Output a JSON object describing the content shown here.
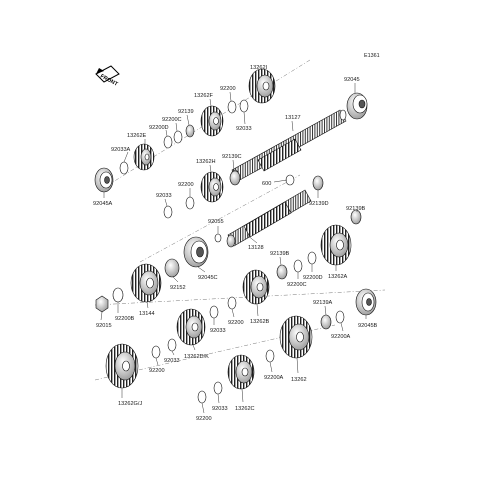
{
  "diagram_code": "E1361",
  "front_marker": "FRONT",
  "parts": {
    "p13262I": "13262I",
    "p92045": "92045",
    "p92200_a": "92200",
    "p13262F": "13262F",
    "p92139": "92139",
    "p92200C_top": "92200C",
    "p92200D_top": "92200D",
    "p13262E": "13262E",
    "p92033A": "92033A",
    "p92045A": "92045A",
    "p92033_top": "92033",
    "p13127": "13127",
    "p92139C": "92139C",
    "p13262H": "13262H",
    "p600": "600",
    "p92200_b": "92200",
    "p92033_mid": "92033",
    "p92055": "92055",
    "p92139D": "92139D",
    "p92139B_right": "92139B",
    "p13128": "13128",
    "p92139B_center": "92139B",
    "p92200D_mid": "92200D",
    "p92200C_mid": "92200C",
    "p13262A": "13262A",
    "p92045C": "92045C",
    "p92152": "92152",
    "p92200B": "92200B",
    "p13144": "13144",
    "p92015": "92015",
    "p92033_low": "92033",
    "p92200_c": "92200",
    "p13262B": "13262B",
    "p92139A": "92139A",
    "p92200A_right": "92200A",
    "p92045B": "92045B",
    "p92033_lower": "92033",
    "p92200_d": "92200",
    "p13262DK": "13262D/K",
    "p92200A_low": "92200A",
    "p13262": "13262",
    "p13262GJ": "13262G/J",
    "p92033_bottom": "92033",
    "p13262C": "13262C",
    "p92200_bottom": "92200"
  }
}
